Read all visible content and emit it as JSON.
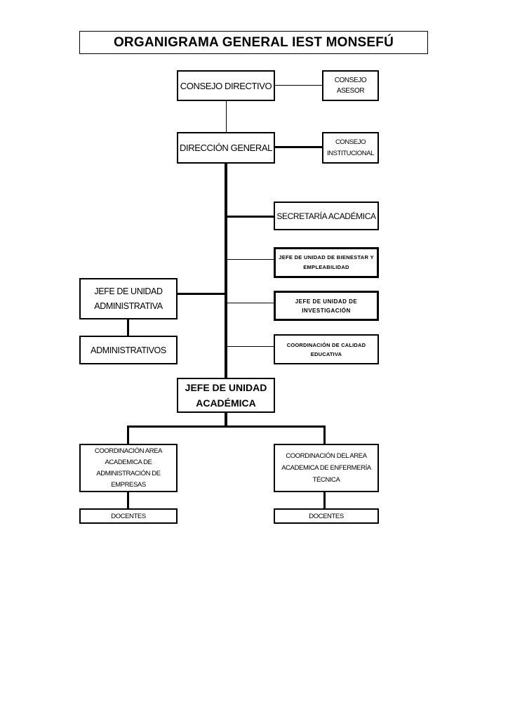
{
  "title": "ORGANIGRAMA GENERAL IEST MONSEFÚ",
  "nodes": {
    "consejo_directivo": "CONSEJO DIRECTIVO",
    "consejo_asesor": "CONSEJO ASESOR",
    "direccion_general": "DIRECCIÓN GENERAL",
    "consejo_institucional": "CONSEJO INSTITUCIONAL",
    "secretaria_academica": "SECRETARÍA ACADÉMICA",
    "jefe_bienestar": "JEFE DE UNIDAD DE BIENESTAR Y EMPLEABILIDAD",
    "jefe_administrativa": "JEFE DE UNIDAD ADMINISTRATIVA",
    "jefe_investigacion": "JEFE DE UNIDAD DE INVESTIGACIÓN",
    "administrativos": "ADMINISTRATIVOS",
    "coordinacion_calidad": "COORDINACIÓN DE CALIDAD EDUCATIVA",
    "jefe_academica": "JEFE DE UNIDAD ACADÉMICA",
    "coord_administracion": "COORDINACIÓN AREA ACADEMICA DE ADMINISTRACIÓN DE EMPRESAS",
    "coord_enfermeria": "COORDINACIÓN DEL AREA ACADEMICA DE ENFERMERÍA TÉCNICA",
    "docentes_left": "DOCENTES",
    "docentes_right": "DOCENTES"
  }
}
